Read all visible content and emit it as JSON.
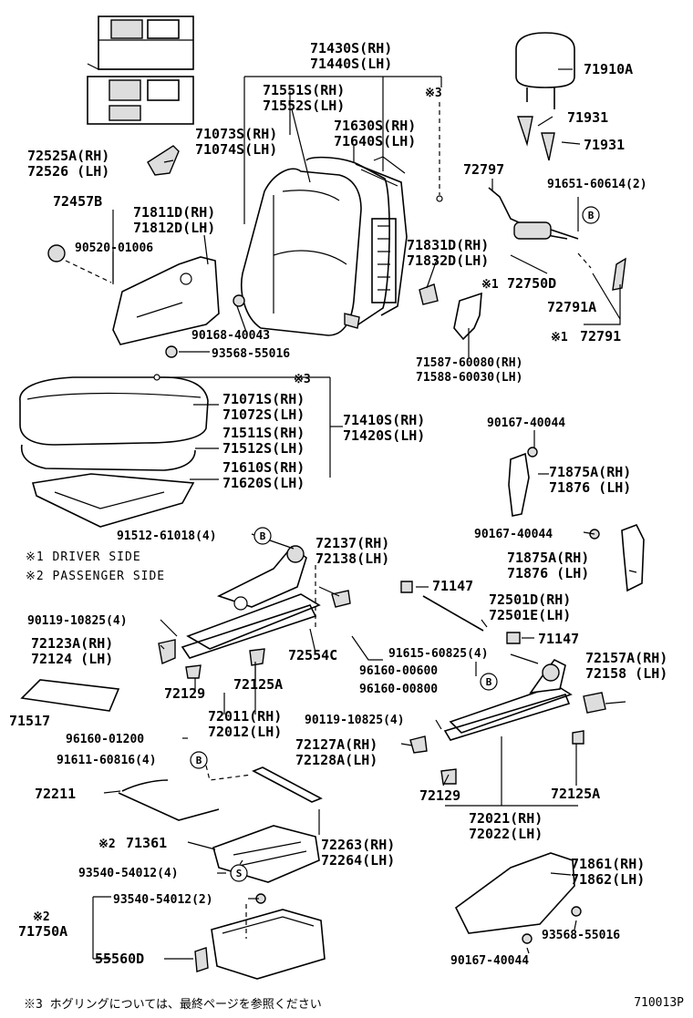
{
  "labels": {
    "l_71430S": "71430S(RH)",
    "l_71440S": "71440S(LH)",
    "l_71551S": "71551S(RH)",
    "l_71552S": "71552S(LH)",
    "l_71630S": "71630S(RH)",
    "l_71640S": "71640S(LH)",
    "l_71073S": "71073S(RH)",
    "l_71074S": "71074S(LH)",
    "l_72525A": "72525A(RH)",
    "l_72526": "72526 (LH)",
    "l_72457B": "72457B",
    "l_71811D": "71811D(RH)",
    "l_71812D": "71812D(LH)",
    "l_90520": "90520-01006",
    "l_90168": "90168-40043",
    "l_93568a": "93568-55016",
    "l_71910A": "71910A",
    "l_71931a": "71931",
    "l_71931b": "71931",
    "l_72797": "72797",
    "l_91651": "91651-60614(2)",
    "l_71831D": "71831D(RH)",
    "l_71832D": "71832D(LH)",
    "l_72750D": "72750D",
    "l_72791A": "72791A",
    "l_72791": "72791",
    "l_71587": "71587-60080(RH)",
    "l_71588": "71588-60030(LH)",
    "l_71071S": "71071S(RH)",
    "l_71072S": "71072S(LH)",
    "l_71511S": "71511S(RH)",
    "l_71512S": "71512S(LH)",
    "l_71610S": "71610S(RH)",
    "l_71620S": "71620S(LH)",
    "l_71410S": "71410S(RH)",
    "l_71420S": "71420S(LH)",
    "l_90167a": "90167-40044",
    "l_71875Aa": "71875A(RH)",
    "l_71876a": "71876 (LH)",
    "l_90167b": "90167-40044",
    "l_71875Ab": "71875A(RH)",
    "l_71876b": "71876 (LH)",
    "l_91512": "91512-61018(4)",
    "l_72137": "72137(RH)",
    "l_72138": "72138(LH)",
    "l_71147a": "71147",
    "l_72501D": "72501D(RH)",
    "l_72501E": "72501E(LH)",
    "l_71147b": "71147",
    "l_90119a": "90119-10825(4)",
    "l_72123A": "72123A(RH)",
    "l_72124": "72124 (LH)",
    "l_72554C": "72554C",
    "l_91615": "91615-60825(4)",
    "l_72157A": "72157A(RH)",
    "l_72158": "72158 (LH)",
    "l_96160a": "96160-00600",
    "l_96160b": "96160-00800",
    "l_72129a": "72129",
    "l_72125Aa": "72125A",
    "l_71517": "71517",
    "l_72011": "72011(RH)",
    "l_72012": "72012(LH)",
    "l_90119b": "90119-10825(4)",
    "l_72127A": "72127A(RH)",
    "l_72128A": "72128A(LH)",
    "l_96160c": "96160-01200",
    "l_91611": "91611-60816(4)",
    "l_72211": "72211",
    "l_72129b": "72129",
    "l_72125Ab": "72125A",
    "l_72021": "72021(RH)",
    "l_72022": "72022(LH)",
    "l_71361": "71361",
    "l_72263": "72263(RH)",
    "l_72264": "72264(LH)",
    "l_93540a": "93540-54012(4)",
    "l_71861": "71861(RH)",
    "l_71862": "71862(LH)",
    "l_93540b": "93540-54012(2)",
    "l_71750A": "71750A",
    "l_55560D": "55560D",
    "l_93568b": "93568-55016",
    "l_90167c": "90167-40044"
  },
  "marks": {
    "m1": "※1",
    "m1b": "※1",
    "m2": "※2",
    "m2b": "※2",
    "m3a": "※3",
    "m3b": "※3"
  },
  "circles": {
    "b1": "B",
    "b2": "B",
    "b3": "B",
    "b4": "B",
    "s1": "S"
  },
  "notes": {
    "driver": "※1 DRIVER SIDE",
    "passenger": "※2 PASSENGER SIDE",
    "footer": "※3 ホグリングについては、最終ページを参照ください",
    "code": "710013P"
  }
}
